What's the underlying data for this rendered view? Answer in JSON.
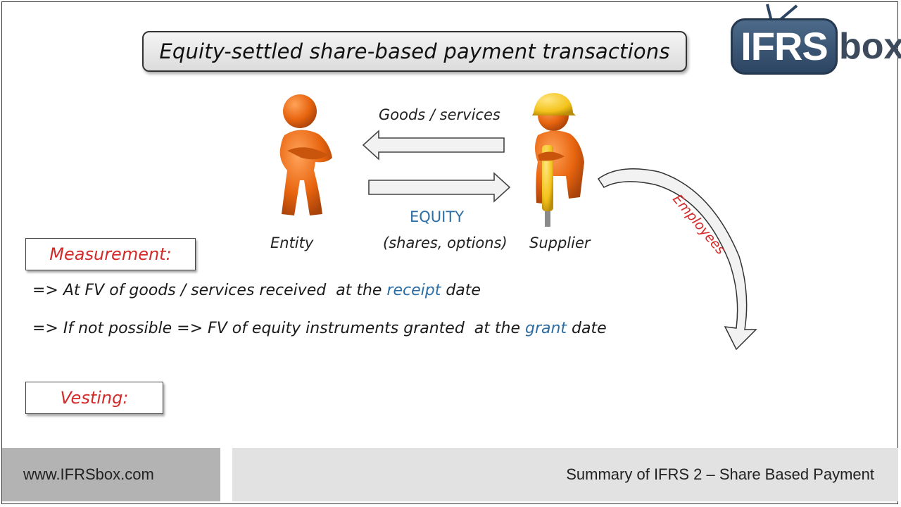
{
  "title": "Equity-settled share-based payment transactions",
  "logo": {
    "part1": "IFRS",
    "part2": "box"
  },
  "diagram": {
    "flow_top_label": "Goods / services",
    "flow_bottom_label": "EQUITY",
    "flow_bottom_sub": "(shares, options)",
    "entity_label": "Entity",
    "supplier_label": "Supplier",
    "curve_label": "Employees"
  },
  "measurement": {
    "heading": "Measurement:",
    "line1": {
      "pre": "=> At FV of goods / services received  at the ",
      "highlight": "receipt",
      "post": " date"
    },
    "line2": {
      "pre": "=> If not possible => FV of equity instruments granted  at the ",
      "highlight": "grant",
      "post": " date"
    }
  },
  "vesting": {
    "heading": "Vesting:"
  },
  "footer": {
    "website": "www.IFRSbox.com",
    "subtitle": "Summary of IFRS 2 – Share Based Payment"
  },
  "colors": {
    "accent_red": "#d42a2a",
    "accent_blue": "#2b6ea6",
    "figure_orange": "#e8650f",
    "helmet_yellow": "#f3c21a"
  }
}
